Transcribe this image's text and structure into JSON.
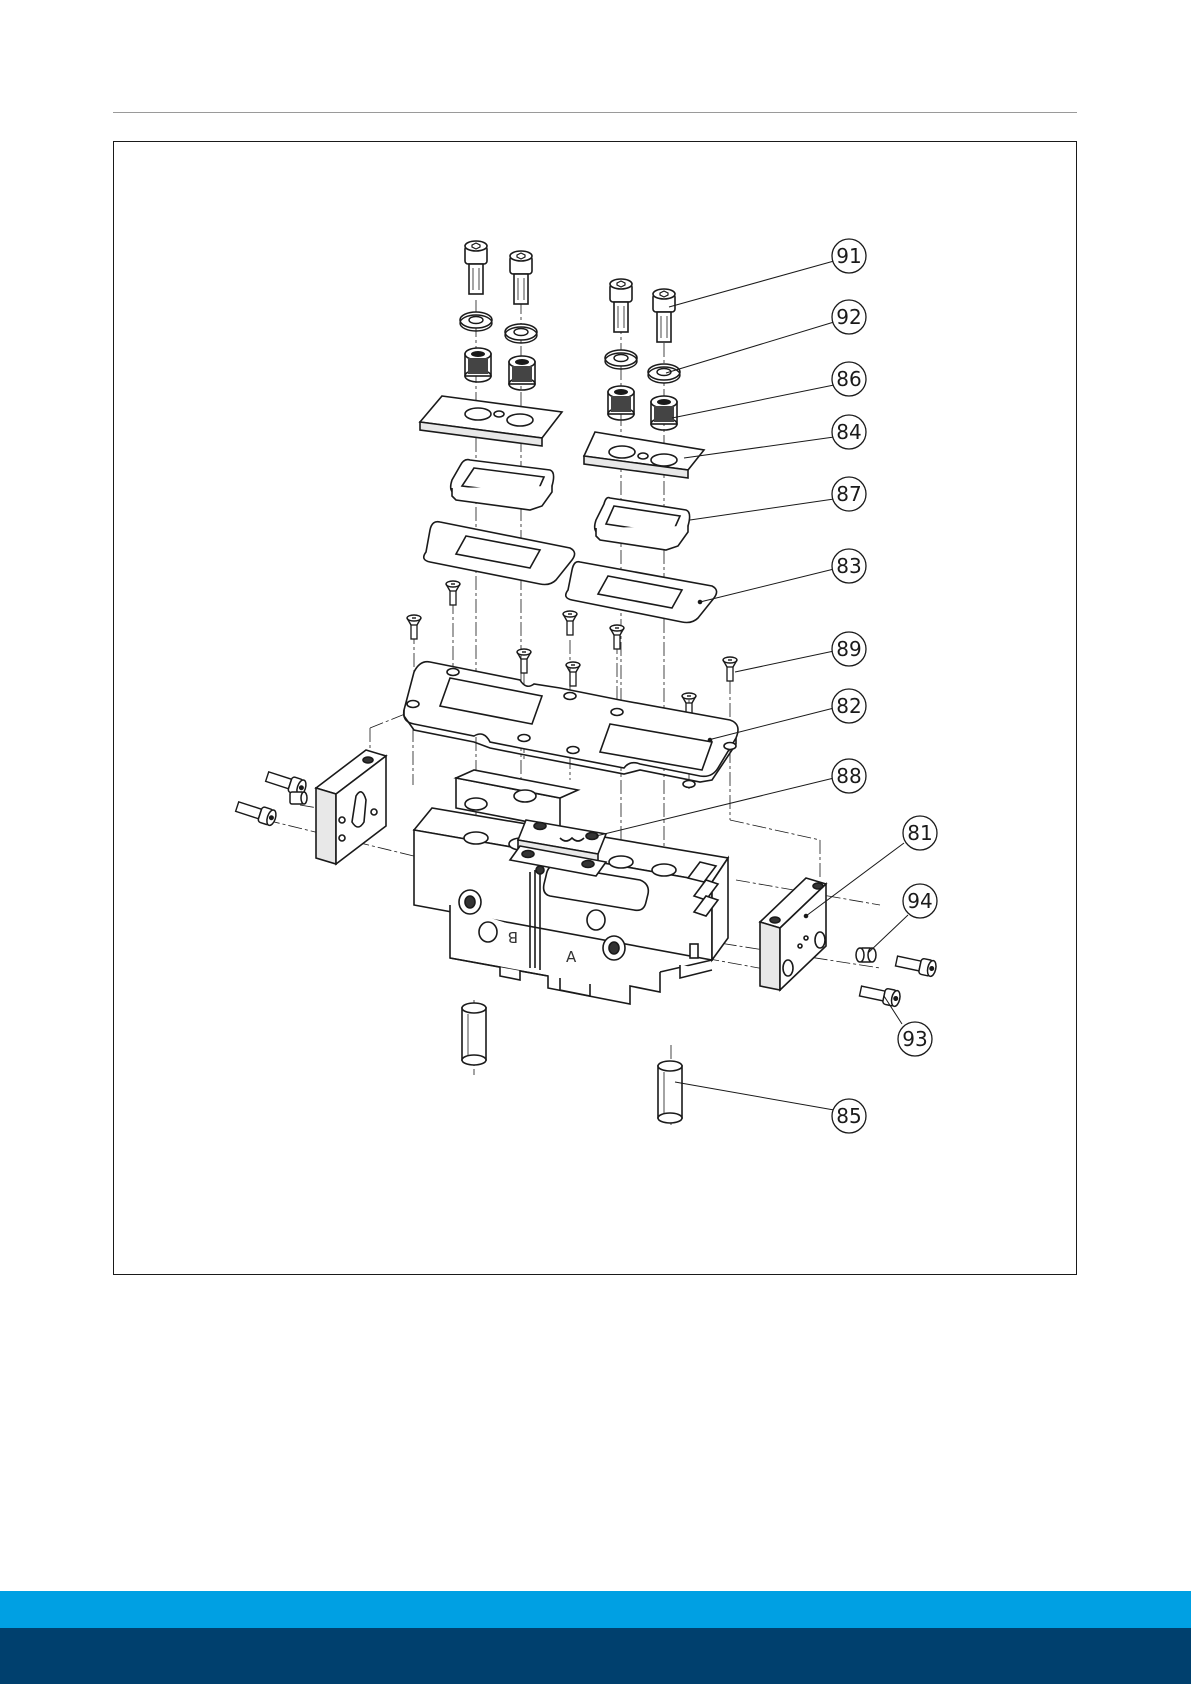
{
  "colors": {
    "footer_light": "#00a0e3",
    "footer_dark": "#00406e",
    "line": "#1a1a1a",
    "rule": "#9a9a9a"
  },
  "engraving": {
    "port_b": "B",
    "port_a": "A"
  },
  "callouts": [
    {
      "id": "c91",
      "label": "91"
    },
    {
      "id": "c92",
      "label": "92"
    },
    {
      "id": "c86",
      "label": "86"
    },
    {
      "id": "c84",
      "label": "84"
    },
    {
      "id": "c87",
      "label": "87"
    },
    {
      "id": "c83",
      "label": "83"
    },
    {
      "id": "c89",
      "label": "89"
    },
    {
      "id": "c82",
      "label": "82"
    },
    {
      "id": "c88",
      "label": "88"
    },
    {
      "id": "c81",
      "label": "81"
    },
    {
      "id": "c94",
      "label": "94"
    },
    {
      "id": "c93",
      "label": "93"
    },
    {
      "id": "c85",
      "label": "85"
    }
  ]
}
